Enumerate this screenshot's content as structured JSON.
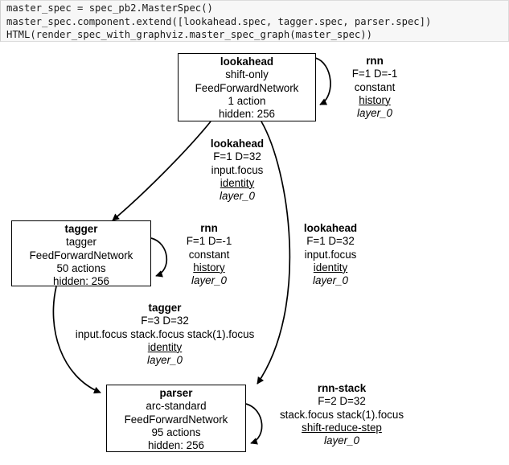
{
  "code_cell": {
    "lines": [
      "master_spec = spec_pb2.MasterSpec()",
      "master_spec.component.extend([lookahead.spec, tagger.spec, parser.spec])",
      "HTML(render_spec_with_graphviz.master_spec_graph(master_spec))"
    ]
  },
  "graph": {
    "type": "directed-graph",
    "nodes": [
      {
        "id": "lookahead",
        "title": "lookahead",
        "transition_system": "shift-only",
        "network": "FeedForwardNetwork",
        "actions": "1 action",
        "hidden": "hidden: 256"
      },
      {
        "id": "tagger",
        "title": "tagger",
        "transition_system": "tagger",
        "network": "FeedForwardNetwork",
        "actions": "50 actions",
        "hidden": "hidden: 256"
      },
      {
        "id": "parser",
        "title": "parser",
        "transition_system": "arc-standard",
        "network": "FeedForwardNetwork",
        "actions": "95 actions",
        "hidden": "hidden: 256"
      }
    ],
    "edges": [
      {
        "id": "lookahead-self-rnn",
        "source": "lookahead",
        "target": "lookahead",
        "title": "rnn",
        "dims": "F=1 D=-1",
        "source_name": "constant",
        "feature": "history",
        "layer": "layer_0"
      },
      {
        "id": "lookahead-to-tagger",
        "source": "lookahead",
        "target": "tagger",
        "title": "lookahead",
        "dims": "F=1 D=32",
        "source_name": "input.focus",
        "feature": "identity",
        "layer": "layer_0"
      },
      {
        "id": "tagger-self-rnn",
        "source": "tagger",
        "target": "tagger",
        "title": "rnn",
        "dims": "F=1 D=-1",
        "source_name": "constant",
        "feature": "history",
        "layer": "layer_0"
      },
      {
        "id": "lookahead-to-parser",
        "source": "lookahead",
        "target": "parser",
        "title": "lookahead",
        "dims": "F=1 D=32",
        "source_name": "input.focus",
        "feature": "identity",
        "layer": "layer_0"
      },
      {
        "id": "tagger-to-parser",
        "source": "tagger",
        "target": "parser",
        "title": "tagger",
        "dims": "F=3 D=32",
        "source_name": "input.focus stack.focus stack(1).focus",
        "feature": "identity",
        "layer": "layer_0"
      },
      {
        "id": "parser-self-rnn-stack",
        "source": "parser",
        "target": "parser",
        "title": "rnn-stack",
        "dims": "F=2 D=32",
        "source_name": "stack.focus stack(1).focus",
        "feature": "shift-reduce-step",
        "layer": "layer_0"
      }
    ],
    "colors": {
      "node_border": "#000000",
      "node_fill": "#ffffff",
      "edge": "#000000",
      "text": "#000000",
      "cell_background": "#f7f7f7"
    }
  }
}
